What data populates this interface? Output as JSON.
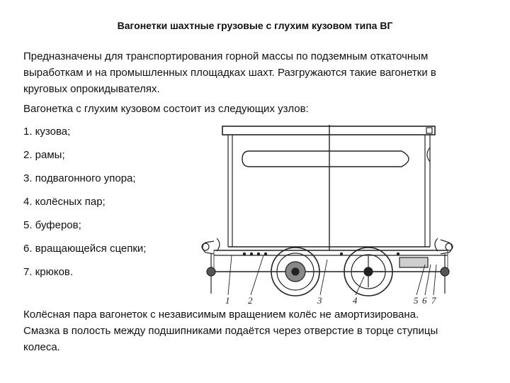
{
  "title": "Вагонетки шахтные грузовые с глухим кузовом типа ВГ",
  "intro": [
    "Предназначены для транспортирования горной массы по подземным откаточным",
    "выработкам и на промышленных площадках шахт. Разгружаются такие вагонетки в",
    "круговых опрокидывателях."
  ],
  "lead": "Вагонетка с глухим кузовом состоит из следующих узлов:",
  "items": [
    "1. кузова;",
    "2. рамы;",
    "3. подвагонного упора;",
    "4. колёсных пар;",
    "5. буферов;",
    "6. вращающейся сцепки;",
    "7. крюков."
  ],
  "outro": [
    "Колёсная пара вагонеток с независимым вращением колёс не амортизирована.",
    "Смазка в полость между подшипниками подаётся через отверстие в торце ступицы",
    "колеса."
  ],
  "drawing": {
    "labels": [
      "1",
      "2",
      "3",
      "4",
      "5",
      "6",
      "7"
    ]
  }
}
